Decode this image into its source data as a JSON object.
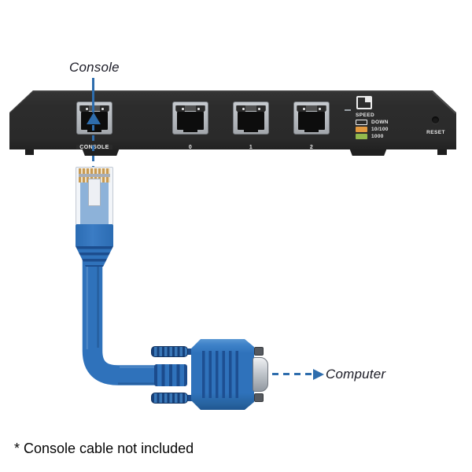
{
  "annotations": {
    "console_label": "Console",
    "computer_label": "Computer",
    "footnote": "* Console cable not included"
  },
  "device": {
    "ports": [
      {
        "label": "CONSOLE"
      },
      {
        "label": "0"
      },
      {
        "label": "1"
      },
      {
        "label": "2"
      }
    ],
    "speed_panel": {
      "title": "SPEED",
      "legend": [
        {
          "label": "DOWN",
          "swatch": "outline",
          "color": "#f2f2f2"
        },
        {
          "label": "10/100",
          "swatch": "solid",
          "color": "#e3993f"
        },
        {
          "label": "1000",
          "swatch": "solid",
          "color": "#93b94d"
        }
      ]
    },
    "reset_label": "RESET"
  },
  "colors": {
    "arrow_blue": "#2e6dad",
    "cable_blue": "#2f72bb",
    "cable_ridge_blue": "#1c4d8e",
    "cable_inner_blue": "#8db2d9",
    "device_body": "#2b2b2b",
    "port_bezel": "#b7bbc0",
    "connector_metal": "#c2c7cd"
  }
}
